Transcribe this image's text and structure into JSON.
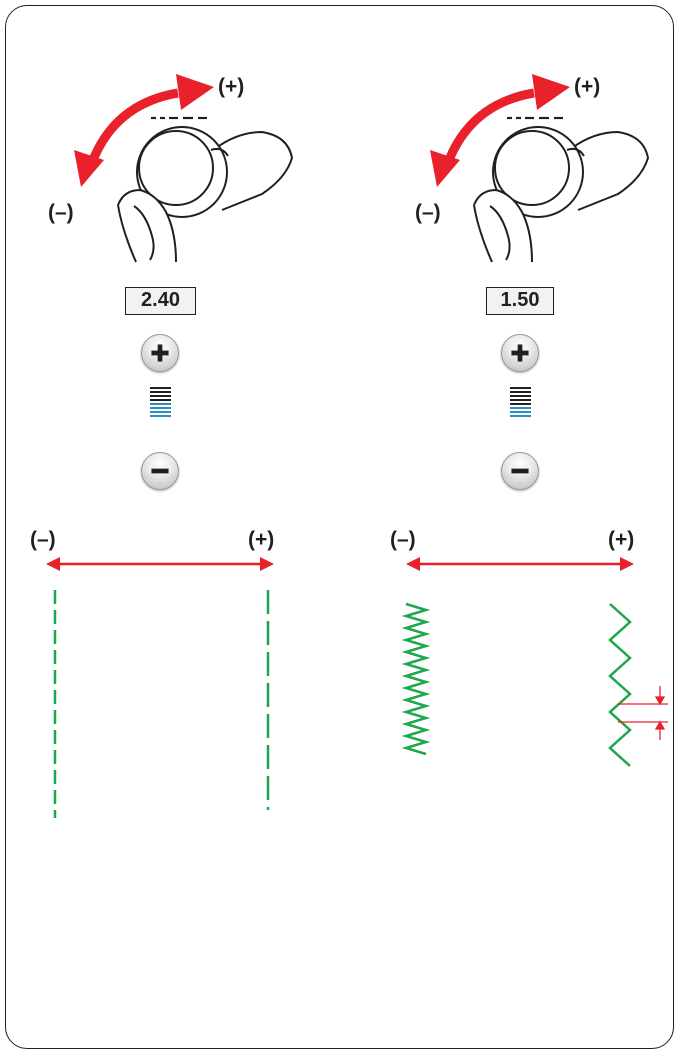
{
  "colors": {
    "arrow_red": "#e8212b",
    "stitch_green": "#1fa64a",
    "level_blue": "#2b8fc4",
    "ink": "#231f20"
  },
  "icons": {
    "dial": "dial-knob-icon",
    "increase": "plus-icon",
    "decrease": "minus-icon",
    "level": "stitch-level-icon"
  },
  "panels": [
    {
      "dial_plus_label": "(+)",
      "dial_minus_label": "(–)",
      "value": "2.40",
      "increase_label": "+",
      "decrease_label": "–",
      "level_bars": {
        "dark": 4,
        "blue": 4
      },
      "range_minus_label": "(–)",
      "range_plus_label": "(+)",
      "stitch_type": "straight",
      "stitch_minus": "short dashes",
      "stitch_plus": "long dashes"
    },
    {
      "dial_plus_label": "(+)",
      "dial_minus_label": "(–)",
      "value": "1.50",
      "increase_label": "+",
      "decrease_label": "–",
      "level_bars": {
        "dark": 5,
        "blue": 3
      },
      "range_minus_label": "(–)",
      "range_plus_label": "(+)",
      "stitch_type": "zigzag",
      "stitch_minus": "dense zigzag",
      "stitch_plus": "open zigzag"
    }
  ]
}
